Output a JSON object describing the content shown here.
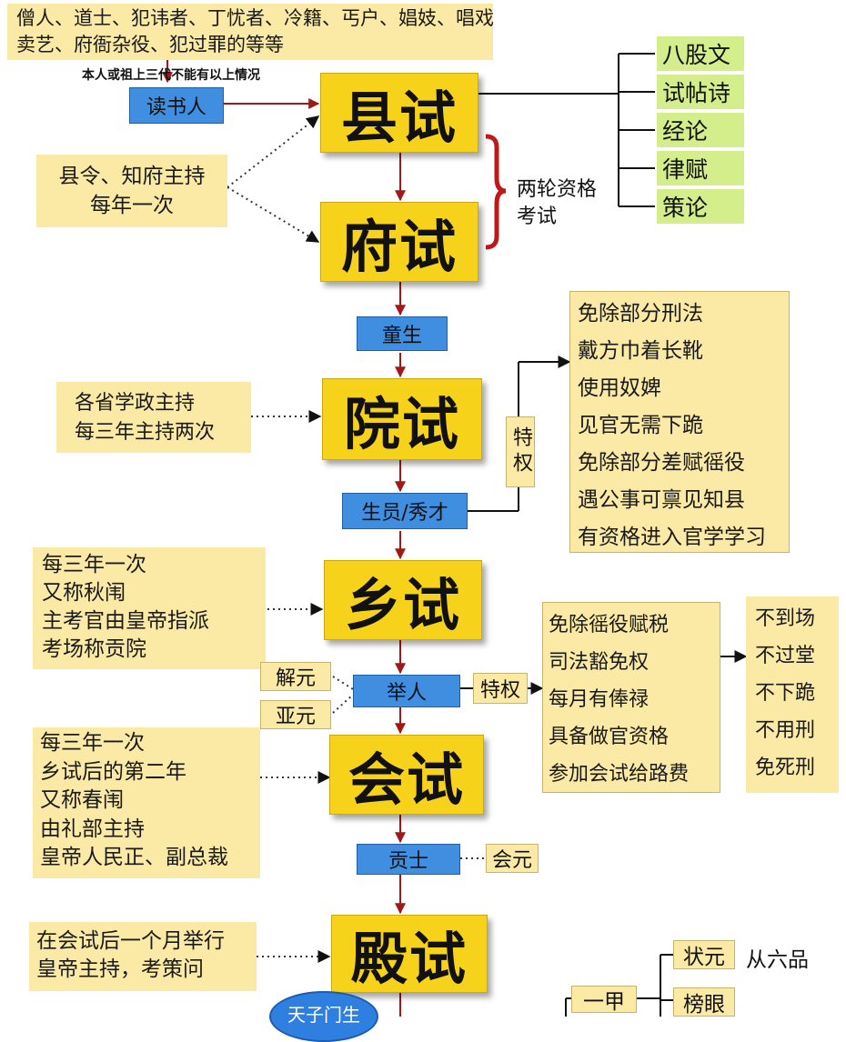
{
  "top_note": [
    "僧人、道士、犯讳者、丁忧者、冷籍、丐户、娼妓、唱戏",
    "卖艺、府衙杂役、犯过罪的等等"
  ],
  "top_caption": "本人或祖上三代不能有以上情况",
  "scholar": "读书人",
  "stages": {
    "county": "县试",
    "prefecture": "府试",
    "academy": "院试",
    "provincial": "乡试",
    "metropolitan": "会试",
    "palace": "殿试"
  },
  "titles": {
    "tongsheng": "童生",
    "shengyuan": "生员/秀才",
    "juren": "举人",
    "gongshi": "贡士",
    "tianzi": "天子门生"
  },
  "subjects": [
    "八股文",
    "试帖诗",
    "经论",
    "律赋",
    "策论"
  ],
  "county_note": [
    "县令、知府主持",
    "每年一次"
  ],
  "two_rounds": [
    "两轮资格",
    "考试"
  ],
  "academy_note": [
    "各省学政主持",
    "每三年主持两次"
  ],
  "privilege_label": "特权",
  "privilege_label2": "特权",
  "shengyuan_privileges": [
    "免除部分刑法",
    "戴方巾着长靴",
    "使用奴婢",
    "见官无需下跪",
    "免除部分差赋徭役",
    "遇公事可禀见知县",
    "有资格进入官学学习"
  ],
  "provincial_note": [
    "每三年一次",
    "又称秋闱",
    "主考官由皇帝指派",
    "考场称贡院"
  ],
  "jieyuan": "解元",
  "yayuan": "亚元",
  "juren_privileges": [
    "免除徭役赋税",
    "司法豁免权",
    "每月有俸禄",
    "具备做官资格",
    "参加会试给路费"
  ],
  "judicial_items": [
    "不到场",
    "不过堂",
    "不下跪",
    "不用刑",
    "免死刑"
  ],
  "metropolitan_note": [
    "每三年一次",
    "乡试后的第二年",
    "又称春闱",
    "由礼部主持",
    "皇帝人民正、副总裁"
  ],
  "huiyuan": "会元",
  "palace_note": [
    "在会试后一个月举行",
    "皇帝主持，考策问"
  ],
  "ranks": {
    "yijia": "一甲",
    "zhuangyuan": "状元",
    "bangyan": "榜眼",
    "congliupin": "从六品"
  }
}
